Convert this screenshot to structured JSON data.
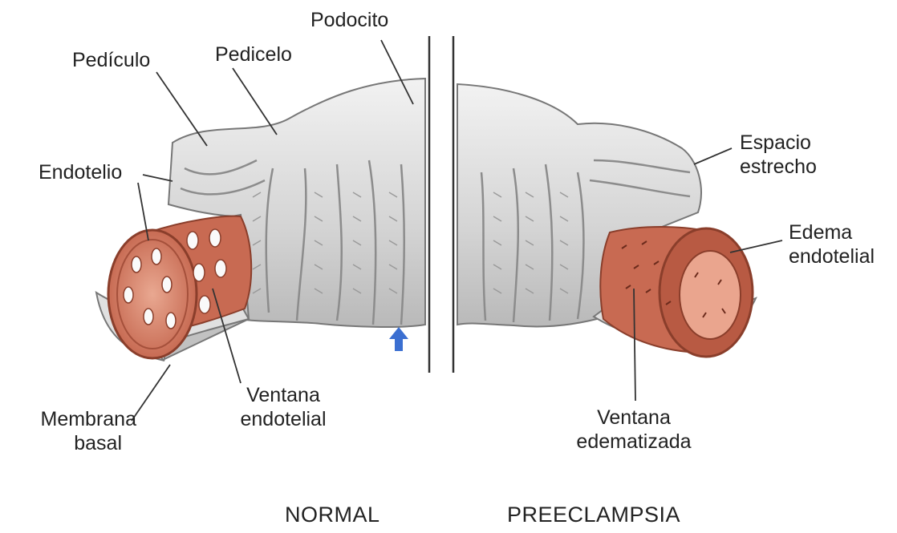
{
  "labels": {
    "podocito": "Podocito",
    "pediculo": "Pedículo",
    "pedicelo": "Pedicelo",
    "endotelio": "Endotelio",
    "espacio_1": "Espacio",
    "espacio_2": "estrecho",
    "edema_1": "Edema",
    "edema_2": "endotelial",
    "membrana_1": "Membrana",
    "membrana_2": "basal",
    "ventana_1": "Ventana",
    "ventana_2": "endotelial",
    "ventana_edem_1": "Ventana",
    "ventana_edem_2": "edematizada"
  },
  "captions": {
    "left": "NORMAL",
    "right": "PREECLAMPSIA"
  },
  "colors": {
    "tissue": "#d9d9d9",
    "vessel": "#c8664f",
    "vessel_inner": "#e8a089",
    "arrow": "#3b6fd1"
  }
}
